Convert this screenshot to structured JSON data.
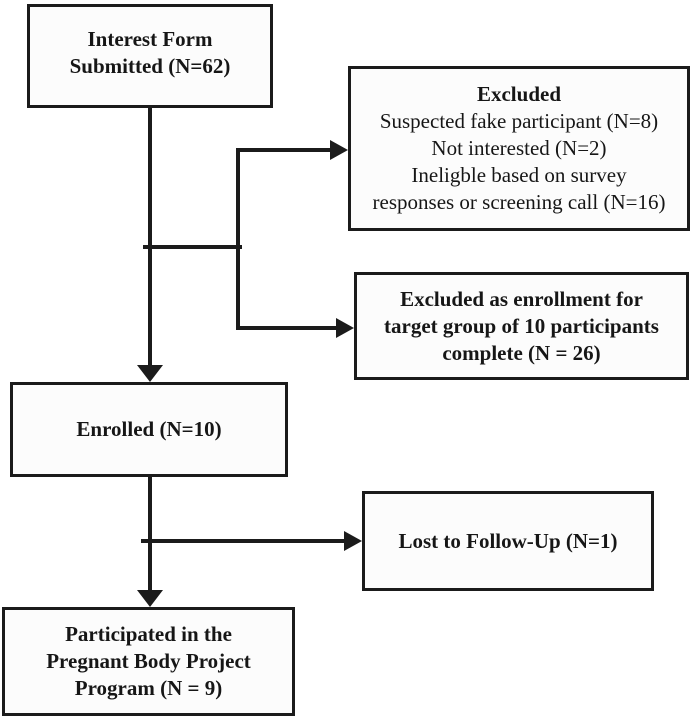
{
  "diagram": {
    "type": "flowchart",
    "colors": {
      "ink": "#1b1b1b",
      "box_fill": "#fcfcfc",
      "background": "#ffffff"
    },
    "nodes": {
      "interest_form": {
        "lines": [
          "Interest Form",
          "Submitted (N=62)"
        ],
        "n": 62
      },
      "excluded_screening": {
        "title": "Excluded",
        "lines": [
          "Suspected fake participant (N=8)",
          "Not interested (N=2)",
          "Ineligble based on survey",
          "responses or screening call (N=16)"
        ],
        "n_values": {
          "suspected_fake": 8,
          "not_interested": 2,
          "ineligible": 16
        }
      },
      "excluded_capacity": {
        "lines": [
          "Excluded as enrollment for",
          "target group of 10 participants",
          "complete (N = 26)"
        ],
        "n": 26
      },
      "enrolled": {
        "lines": [
          "Enrolled (N=10)"
        ],
        "n": 10
      },
      "lost_to_follow_up": {
        "lines": [
          "Lost to Follow-Up (N=1)"
        ],
        "n": 1
      },
      "participated": {
        "lines": [
          "Participated in the",
          "Pregnant Body Project",
          "Program (N = 9)"
        ],
        "n": 9
      }
    }
  }
}
